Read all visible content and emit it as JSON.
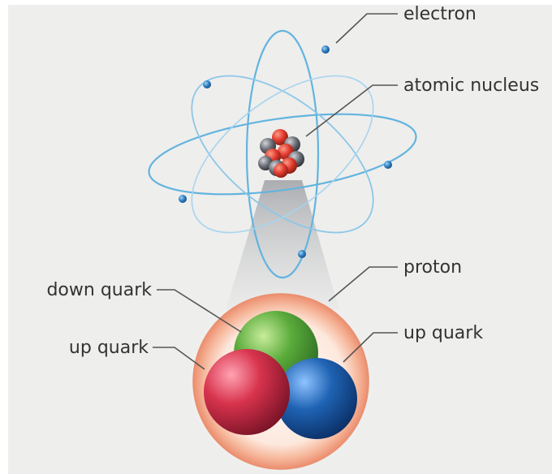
{
  "labels": {
    "electron": "electron",
    "atomic_nucleus": "atomic nucleus",
    "proton": "proton",
    "down_quark": "down quark",
    "up_quark_left": "up quark",
    "up_quark_right": "up quark"
  },
  "colors": {
    "background": "#eeeeed",
    "orbit": "#63b4de",
    "electron": "#2f7fc2",
    "proton_red": "#e03a2d",
    "neutron_gray": "#6d7078",
    "proton_shell": "#f2a88a",
    "down_quark": "#5aab3b",
    "up_quark_red": "#d8334d",
    "up_quark_blue": "#1f63b4",
    "label_text": "#333333",
    "leader_line": "#555555"
  },
  "icons": [
    "atom-icon",
    "proton-icon",
    "quark-icon"
  ]
}
